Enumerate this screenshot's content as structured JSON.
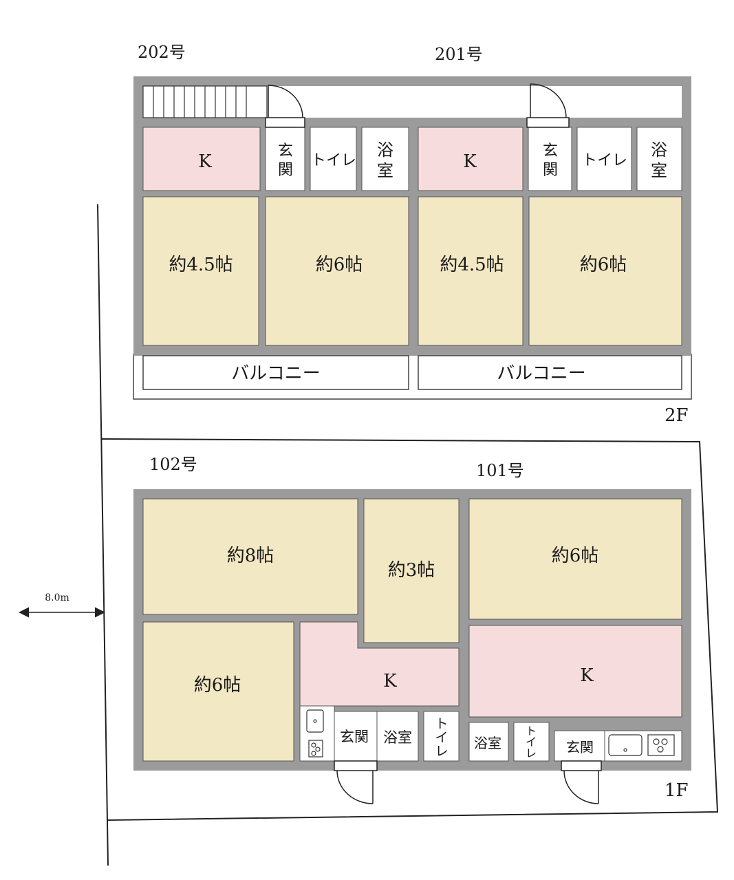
{
  "colors": {
    "wall": "#9b9b9b",
    "room": "#f3e8c4",
    "kitchen": "#f6dcdc",
    "wet": "#ffffff",
    "line": "#222222"
  },
  "floor2": {
    "label": "2F",
    "units": [
      {
        "name": "202号",
        "rooms": {
          "k": "K",
          "genkan": [
            "玄",
            "関"
          ],
          "toilet": "トイレ",
          "bath": [
            "浴",
            "室"
          ],
          "r1": "約4.5帖",
          "r2": "約6帖",
          "balcony": "バルコニー"
        }
      },
      {
        "name": "201号",
        "rooms": {
          "k": "K",
          "genkan": [
            "玄",
            "関"
          ],
          "toilet": "トイレ",
          "bath": [
            "浴",
            "室"
          ],
          "r1": "約4.5帖",
          "r2": "約6帖",
          "balcony": "バルコニー"
        }
      }
    ]
  },
  "floor1": {
    "label": "1F",
    "unit102": {
      "name": "102号",
      "r8": "約8帖",
      "r3": "約3帖",
      "r6": "約6帖",
      "k": "K",
      "genkan": "玄関",
      "bath": "浴室",
      "toilet": [
        "ト",
        "イ",
        "レ"
      ]
    },
    "unit101": {
      "name": "101号",
      "r6": "約6帖",
      "k": "K",
      "bath": "浴室",
      "toilet": [
        "ト",
        "イ",
        "レ"
      ],
      "genkan": "玄関"
    }
  },
  "road": {
    "width_label": "8.0m"
  }
}
